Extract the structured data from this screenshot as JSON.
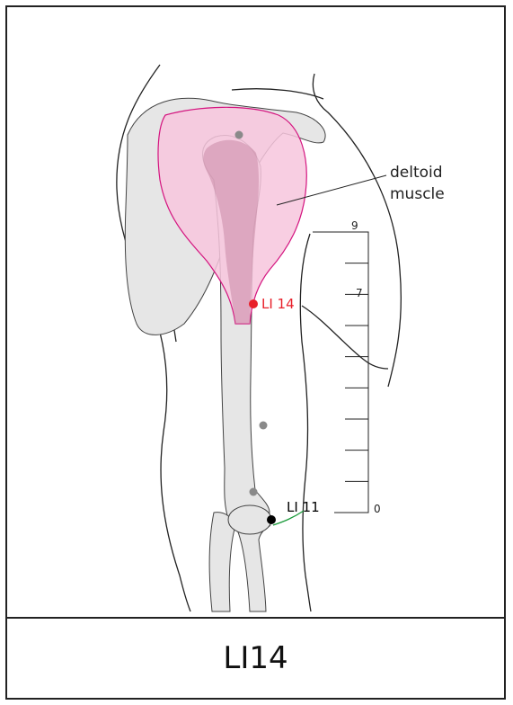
{
  "figure": {
    "muscle_label_line1": "deltoid",
    "muscle_label_line2": "muscle",
    "point_primary_label": "LI 14",
    "point_secondary_label": "LI 11",
    "caption": "LI14"
  },
  "scale": {
    "tick_top": "9",
    "tick_mid": "7",
    "tick_bottom": "0",
    "divisions": 9
  },
  "colors": {
    "primary_point": "#e8202a",
    "secondary_point": "#000000",
    "muscle_fill": "#f7c6dd",
    "muscle_stroke": "#d4147f",
    "bone_fill": "#e6e6e6",
    "bone_overlap": "#c98aa6",
    "reference_dot": "#8a8a8a",
    "connector_line": "#1a9a3a"
  }
}
